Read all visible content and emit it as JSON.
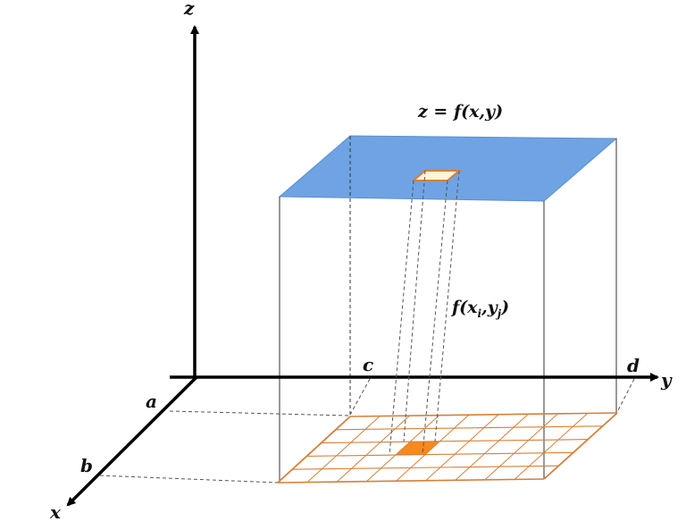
{
  "axes": {
    "z_label": "z",
    "y_label": "y",
    "x_label": "x"
  },
  "bounds": {
    "a": "a",
    "b": "b",
    "c": "c",
    "d": "d"
  },
  "surface_label": "z = f(x,y)",
  "column_label": {
    "prefix": "f(",
    "x": "x",
    "x_sub": "i",
    "sep": ",",
    "y": "y",
    "y_sub": "j",
    "suffix": ")"
  },
  "colors": {
    "surface": "#6fa3e3",
    "grid": "#d4803a",
    "selected_cell": "#f7891e",
    "top_patch": "#fff5d8",
    "axis": "#000000"
  }
}
